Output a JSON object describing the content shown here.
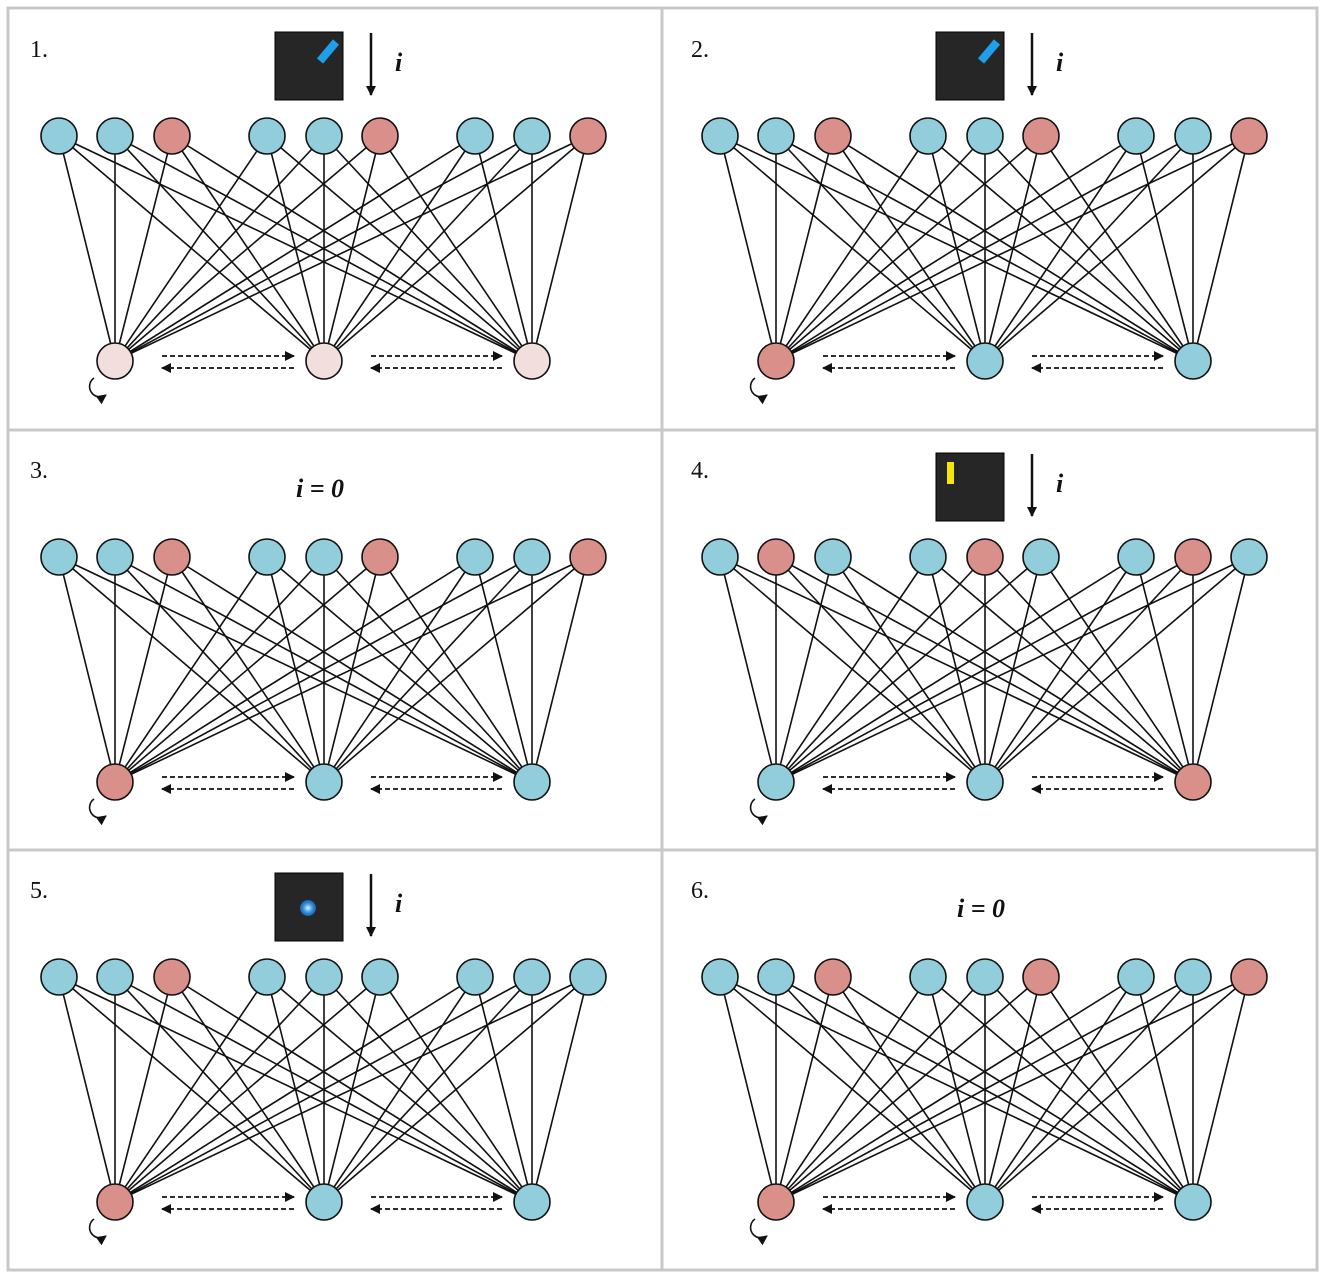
{
  "colors": {
    "blue": "#91CDDA",
    "red": "#D98F8A",
    "pale": "#F2DEDC",
    "stroke": "#111111",
    "grid": "#C8C8C8",
    "image_bg": "#262626",
    "blue_bar": "#1E9FE8",
    "yellow_bar": "#F5E60D",
    "dot": "#2F86D8"
  },
  "panels": [
    {
      "label": "1.",
      "input": {
        "kind": "image",
        "stimulus": "blue-diagonal-bar",
        "arrow_label": "i"
      },
      "top_states": [
        "blue",
        "blue",
        "red",
        "blue",
        "blue",
        "red",
        "blue",
        "blue",
        "red"
      ],
      "bottom_states": [
        "pale",
        "pale",
        "pale"
      ]
    },
    {
      "label": "2.",
      "input": {
        "kind": "image",
        "stimulus": "blue-diagonal-bar",
        "arrow_label": "i"
      },
      "top_states": [
        "blue",
        "blue",
        "red",
        "blue",
        "blue",
        "red",
        "blue",
        "blue",
        "red"
      ],
      "bottom_states": [
        "red",
        "blue",
        "blue"
      ]
    },
    {
      "label": "3.",
      "input": {
        "kind": "text",
        "text": "i = 0"
      },
      "top_states": [
        "blue",
        "blue",
        "red",
        "blue",
        "blue",
        "red",
        "blue",
        "blue",
        "red"
      ],
      "bottom_states": [
        "red",
        "blue",
        "blue"
      ]
    },
    {
      "label": "4.",
      "input": {
        "kind": "image",
        "stimulus": "yellow-vertical-bar",
        "arrow_label": "i"
      },
      "top_states": [
        "blue",
        "red",
        "blue",
        "blue",
        "red",
        "blue",
        "blue",
        "red",
        "blue"
      ],
      "bottom_states": [
        "blue",
        "blue",
        "red"
      ]
    },
    {
      "label": "5.",
      "input": {
        "kind": "image",
        "stimulus": "blue-dot",
        "arrow_label": "i"
      },
      "top_states": [
        "blue",
        "blue",
        "red",
        "blue",
        "blue",
        "blue",
        "blue",
        "blue",
        "blue"
      ],
      "bottom_states": [
        "red",
        "blue",
        "blue"
      ]
    },
    {
      "label": "6.",
      "input": {
        "kind": "text",
        "text": "i = 0"
      },
      "top_states": [
        "blue",
        "blue",
        "red",
        "blue",
        "blue",
        "red",
        "blue",
        "blue",
        "red"
      ],
      "bottom_states": [
        "red",
        "blue",
        "blue"
      ]
    }
  ]
}
